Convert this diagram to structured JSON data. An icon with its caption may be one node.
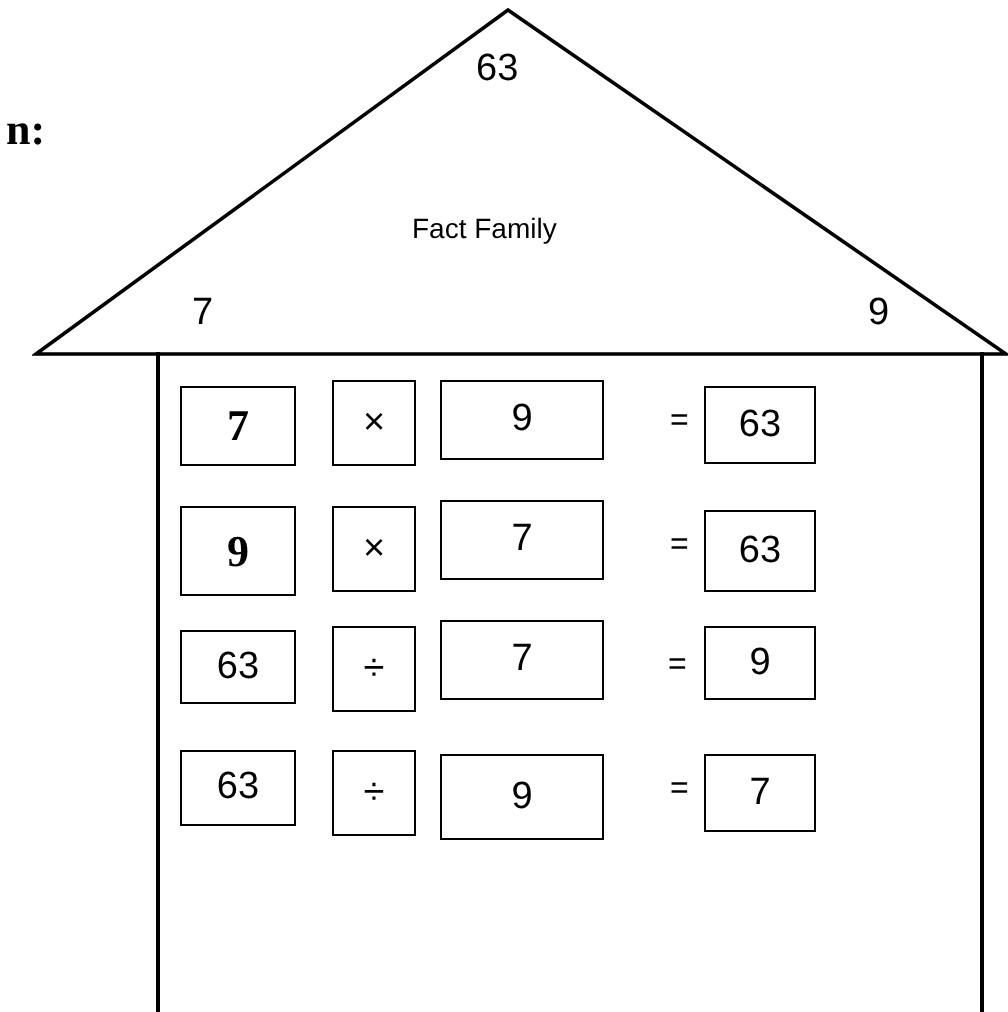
{
  "diagram": {
    "nodes": [
      {
        "text": [
          "63",
          "Fact Family",
          "7",
          "9"
        ]
      },
      {
        "text": [],
        "shape": "box"
      },
      {
        "text": [
          "7"
        ],
        "in": 1
      },
      {
        "text": [
          "×"
        ],
        "in": 1
      },
      {
        "text": [
          "9"
        ],
        "in": 1
      },
      {
        "text": [
          "63"
        ],
        "in": 1
      },
      {
        "text": [
          "9"
        ],
        "in": 1
      },
      {
        "text": [
          "×"
        ],
        "in": 1
      },
      {
        "text": [
          "7"
        ],
        "in": 1
      },
      {
        "text": [
          "63"
        ],
        "in": 1
      },
      {
        "text": [
          "63"
        ],
        "in": 1
      },
      {
        "text": [
          "÷"
        ],
        "in": 1
      },
      {
        "text": [
          "7"
        ],
        "in": 1
      },
      {
        "text": [
          "9"
        ],
        "in": 1
      },
      {
        "text": [
          "63"
        ],
        "in": 1
      },
      {
        "text": [
          "÷"
        ],
        "in": 1
      },
      {
        "text": [
          "9"
        ],
        "in": 1
      },
      {
        "text": [
          "7"
        ],
        "in": 1
      }
    ],
    "labels": [
      "n:",
      "=",
      "=",
      "=",
      "="
    ]
  }
}
